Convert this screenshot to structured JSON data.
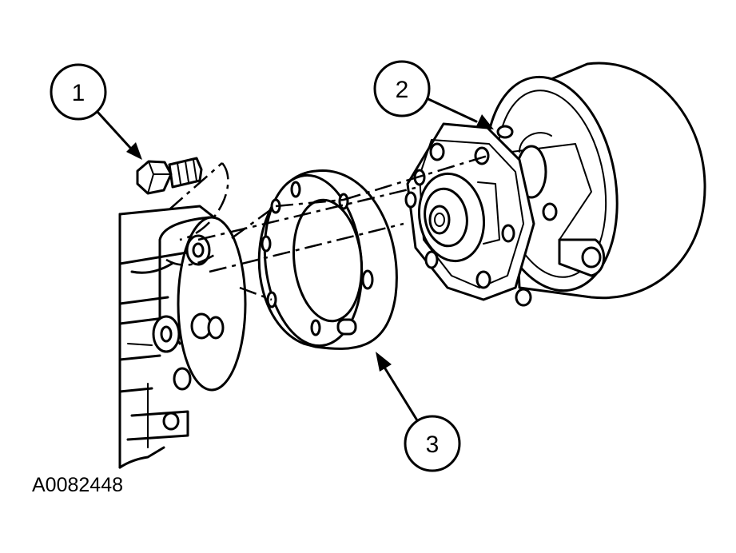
{
  "figure_id": "A0082448",
  "callouts": [
    "1",
    "2",
    "3"
  ],
  "parts": {
    "bolt": "bolt-icon",
    "compressor": "ac-compressor-icon",
    "spacer": "spacer-plate-icon",
    "bracket": "mounting-bracket-icon"
  },
  "colors": {
    "line": "#000000",
    "background": "#ffffff"
  }
}
